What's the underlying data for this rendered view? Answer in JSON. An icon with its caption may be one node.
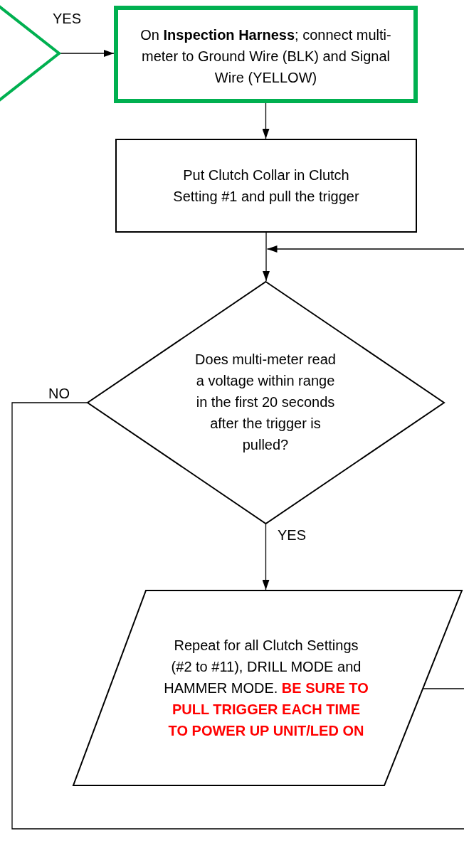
{
  "diagram": {
    "nodes": [
      {
        "text": [],
        "shape": "diamond"
      },
      {
        "text": [
          "On **Inspection Harness**; connect multi-meter to Ground Wire (BLK) and Signal Wire (YELLOW)"
        ]
      },
      {
        "text": [
          "Put Clutch Collar in Clutch Setting #1 and pull the trigger"
        ]
      },
      {
        "text": [
          "Does multi-meter read a voltage within range in the first 20 seconds after the trigger is pulled?"
        ]
      },
      {
        "text": [
          "Repeat for all Clutch Settings (#2 to #11), DRILL MODE and HAMMER MODE.  **BE SURE TO PULL TRIGGER EACH TIME TO POWER UP UNIT/LED ON**"
        ]
      }
    ],
    "edges": [
      {
        "from": 0,
        "to": 1,
        "arrow": "to",
        "label": "YES"
      },
      {
        "from": 1,
        "to": 2,
        "arrow": "to"
      },
      {
        "from": 2,
        "to": 3,
        "arrow": "to"
      },
      {
        "from": 3,
        "to": 4,
        "arrow": "to",
        "label": "YES"
      },
      {
        "from": null,
        "to": 3,
        "arrow": "to"
      },
      {
        "from": 3,
        "to": null,
        "arrow": "none",
        "label": "NO"
      },
      {
        "from": 4,
        "to": null,
        "arrow": "none"
      }
    ]
  }
}
